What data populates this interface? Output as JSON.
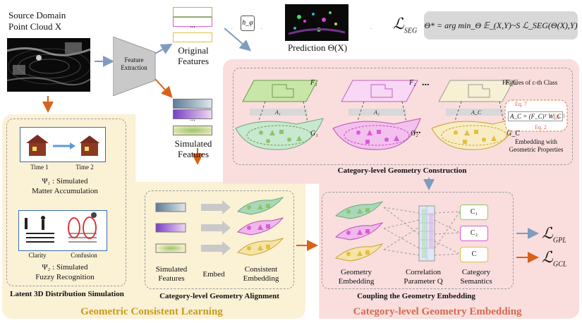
{
  "input": {
    "title_line1": "Source Domain",
    "title_line2": "Point Cloud  X"
  },
  "extractor": {
    "label_line1": "Feature",
    "label_line2": "Extraction"
  },
  "original_features": {
    "label_line1": "Original",
    "label_line2": "Features",
    "dots": "..."
  },
  "simulated_features": {
    "label_line1": "Simulated",
    "label_line2": "Features",
    "dots": "..."
  },
  "head": {
    "label": "h_φ"
  },
  "prediction": {
    "label": "Prediction  Θ(X)"
  },
  "loss_seg": {
    "label": "ℒ",
    "sub": "SEG"
  },
  "formula": {
    "text": "Θ* = arg min_Θ 𝔼_(X,Y)~S ℒ_SEG(Θ(X),Y)"
  },
  "latent_panel": {
    "title": "Latent 3D Distribution Simulation",
    "time1": "Time 1",
    "time2": "Time 2",
    "psi1_line1": "Ψ₁ :  Simulated",
    "psi1_line2": "Matter Accumulation",
    "clarity": "Clarity",
    "confusion": "Confusion",
    "psi2_line1": "Ψ₂ :  Simulated",
    "psi2_line2": "Fuzzy Recognition"
  },
  "geometric_consistent": {
    "title": "Geometric Consistent Learning"
  },
  "alignment_panel": {
    "title": "Category-level Geometry Alignment",
    "col1_line1": "Simulated",
    "col1_line2": "Features",
    "col2": "Embed",
    "col3_line1": "Consistent",
    "col3_line2": "Embedding"
  },
  "construction_panel": {
    "title": "Category-level Geometry Construction",
    "features_of_class": "Features of c-th Class",
    "F1": "F₁",
    "F2": "F₂",
    "Fc": "F_C",
    "A1": "A₁",
    "A2": "A₂",
    "Ac": "A_C",
    "G1": "G₁",
    "G2": "G₂",
    "Gc": "G_C",
    "dots": "...",
    "eq7": "Eq. 7",
    "eq3": "Eq. 3",
    "eq2": "Eq. 2",
    "ac_formula": "A_C = (F_C)ᵀ W_C",
    "embedding_line1": "Embedding with",
    "embedding_line2": "Geometric Properties"
  },
  "coupling_panel": {
    "title": "Coupling the Geometry Embedding",
    "col1_line1": "Geometry",
    "col1_line2": "Embedding",
    "col2_line1": "Correlation",
    "col2_line2": "Parameter  Q",
    "col3_line1": "Category",
    "col3_line2": "Semantics",
    "c1": "C₁",
    "c2": "C₂",
    "c": "C"
  },
  "loss_gpl": {
    "label": "ℒ",
    "sub": "GPL"
  },
  "loss_gcl": {
    "label": "ℒ",
    "sub": "GCL"
  },
  "embedding_title": {
    "title": "Category-level Geometry Embedding"
  },
  "colors": {
    "green": "#8fc46a",
    "magenta": "#d95bd6",
    "gold": "#e4bd45",
    "orange_arrow": "#d8621a",
    "blue_arrow": "#7f9bbf",
    "title_gold": "#c79a1d",
    "title_red": "#d36a50"
  }
}
